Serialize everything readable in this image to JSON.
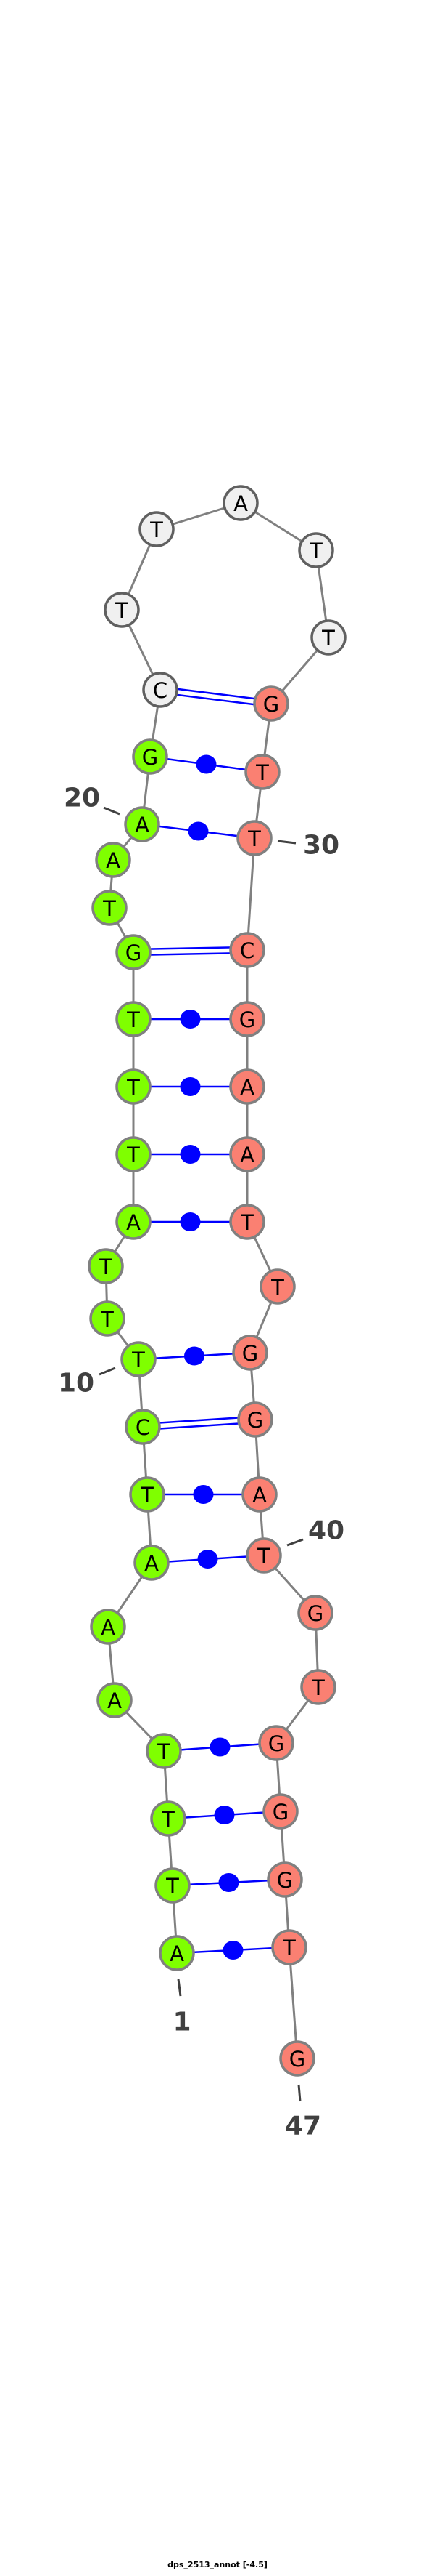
{
  "caption": "dps_2513_annot [-4.5]",
  "sequence": "ATTTAAATCTTTATTTGTAAGCTTATTGTTCGAATTGGATGTGGGTG",
  "pairs": [
    [
      1,
      46
    ],
    [
      2,
      45
    ],
    [
      3,
      44
    ],
    [
      4,
      43
    ],
    [
      7,
      40
    ],
    [
      8,
      39
    ],
    [
      9,
      38
    ],
    [
      10,
      37
    ],
    [
      13,
      35
    ],
    [
      14,
      34
    ],
    [
      15,
      33
    ],
    [
      16,
      32
    ],
    [
      17,
      31
    ],
    [
      20,
      30
    ],
    [
      21,
      29
    ],
    [
      22,
      28
    ]
  ],
  "position_labels": [
    {
      "index": 1,
      "text": "1"
    },
    {
      "index": 10,
      "text": "10"
    },
    {
      "index": 20,
      "text": "20"
    },
    {
      "index": 30,
      "text": "30"
    },
    {
      "index": 40,
      "text": "40"
    },
    {
      "index": 47,
      "text": "47"
    }
  ],
  "regions": [
    {
      "name": "5prime",
      "from": 1,
      "to": 21,
      "color": "#7fff00"
    },
    {
      "name": "loop",
      "from": 22,
      "to": 27,
      "color": "#f0f0f0"
    },
    {
      "name": "3prime",
      "from": 28,
      "to": 47,
      "color": "#fa8072"
    }
  ],
  "colors": {
    "backbone": "#808080",
    "pair": "#0000ff",
    "label": "#404040"
  }
}
